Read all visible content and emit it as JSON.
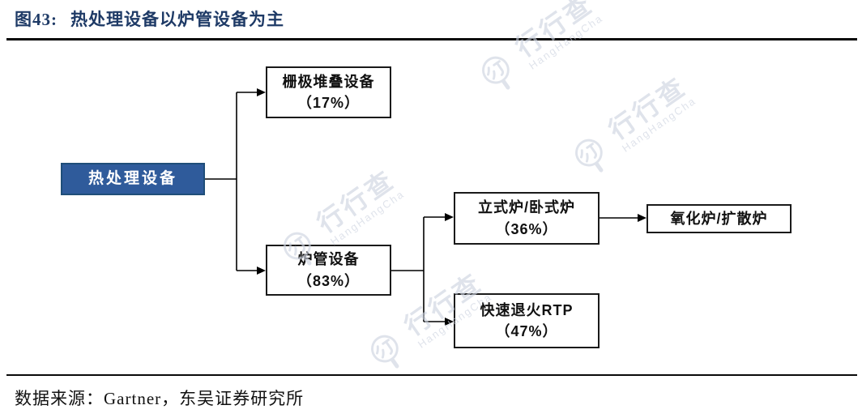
{
  "figure": {
    "label": "图43:",
    "title": "热处理设备以炉管设备为主"
  },
  "source": "数据来源：Gartner，东吴证券研究所",
  "watermark": {
    "text": "行行查",
    "subtext": "HangHangCha"
  },
  "diagram": {
    "type": "tree",
    "root": {
      "label": "热处理设备"
    },
    "nodes": {
      "gate_stack": {
        "label": "栅极堆叠设备",
        "share": "（17%）"
      },
      "furnace_tube": {
        "label": "炉管设备",
        "share": "（83%）"
      },
      "vertical_horizontal_furnace": {
        "label": "立式炉/卧式炉",
        "share": "（36%）"
      },
      "rtp": {
        "label": "快速退火RTP",
        "share": "（47%）"
      },
      "oxidation_diffusion": {
        "label": "氧化炉/扩散炉"
      }
    },
    "edges": [
      {
        "from": "热处理设备",
        "to": "栅极堆叠设备"
      },
      {
        "from": "热处理设备",
        "to": "炉管设备"
      },
      {
        "from": "炉管设备",
        "to": "立式炉/卧式炉"
      },
      {
        "from": "炉管设备",
        "to": "快速退火RTP"
      },
      {
        "from": "立式炉/卧式炉",
        "to": "氧化炉/扩散炉"
      }
    ],
    "colors": {
      "root_fill": "#2F5B9B",
      "root_border": "#1F4E79",
      "node_border": "#1A1A1A",
      "title_text": "#1E3A66",
      "connector": "#000000"
    }
  }
}
